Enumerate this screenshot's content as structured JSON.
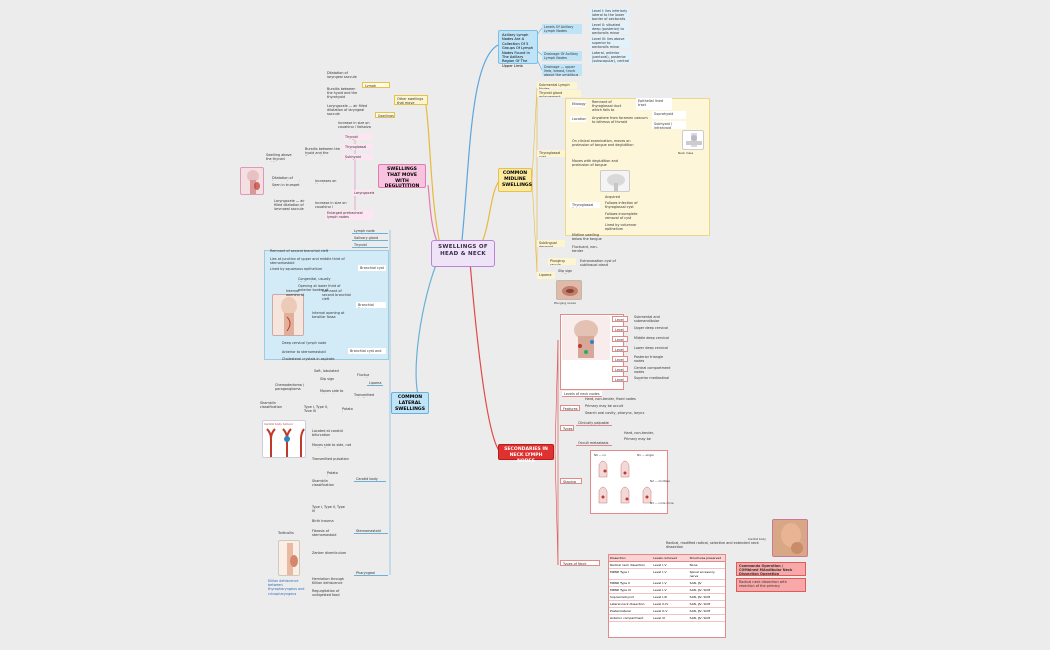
{
  "root": {
    "title": "SWELLINGS OF HEAD & NECK"
  },
  "branches": {
    "axillary": {
      "label": "Axillary Lymph Nodes Are A Collection Of 5 Groups Of Lymph Nodes Found In The Axillary Region Of The Upper Limb",
      "levels": "Levels Of Axillary Lymph Nodes",
      "level_notes": [
        "Level I: lies inferiorly lateral to the lower border of pectoralis minor",
        "Level II: situated deep (posterior) to pectoralis minor",
        "Level III: lies above superior to pectoralis minor"
      ],
      "drainage": "Drainage Of Axillary Lymph Nodes",
      "drainage_note": "Lateral, anterior (pectoral), posterior (subscapular), central and apical groups",
      "drainage2": "Drainage — upper limb, breast, trunk above the umbilicus"
    },
    "midline": {
      "label": "COMMON MIDLINE SWELLINGS",
      "submental": "Submental Lymph Nodes",
      "thyroid_gland": "Thyroid gland enlargement",
      "etiology": "Etiology",
      "etiology_note": "Remnant of thyroglossal duct which fails to obliterate",
      "etiology_note2": "Epithelial lined tract",
      "location": "Location",
      "location_note": "Anywhere from foramen caecum to isthmus of thyroid",
      "location_notes": [
        "Suprahyoid",
        "Subhyoid / infrahyoid"
      ],
      "cyst": "Thyroglossal cyst",
      "cyst_note": "On clinical examination, moves on protrusion of tongue and deglutition",
      "cyst_note2": "Moves with deglutition and protrusion of tongue",
      "fistula": "Thyroglossal fistula",
      "fistula_notes": [
        "Acquired",
        "Follows infection of thyroglossal cyst",
        "Follows incomplete removal of cyst",
        "Lined by columnar epithelium"
      ],
      "dermoid": "Sublingual dermoid",
      "dermoid_notes": [
        "Midline swelling below the tongue",
        "Fluctuant, non-tender"
      ],
      "ranula": "Plunging ranula",
      "ranula_notes": [
        "Extravasation cyst of sublingual gland"
      ],
      "lipoma": "Lipoma",
      "lipoma_note": "Slip sign positive"
    },
    "secondaries": {
      "label": "SECONDARIES IN NECK LYMPH NODES",
      "levels_title": "Levels of neck nodes",
      "levels": [
        {
          "name": "Level I",
          "desc": "Submental and submandibular nodes"
        },
        {
          "name": "Level II",
          "desc": "Upper deep cervical nodes"
        },
        {
          "name": "Level III",
          "desc": "Middle deep cervical nodes"
        },
        {
          "name": "Level IV",
          "desc": "Lower deep cervical nodes"
        },
        {
          "name": "Level V",
          "desc": "Posterior triangle nodes"
        },
        {
          "name": "Level VI",
          "desc": "Central compartment nodes"
        },
        {
          "name": "Level VII",
          "desc": "Superior mediastinal nodes"
        }
      ],
      "features": "Features",
      "features_notes": [
        "Hard, non-tender, fixed nodes",
        "Primary may be occult",
        "Search oral cavity, pharynx, larynx"
      ],
      "types": "Types",
      "types_notes": [
        "Clinically palpable nodes",
        "Occult metastasis"
      ],
      "staging": "Staging",
      "staging_notes": [
        "N0 — no regional nodes",
        "N1 — single ipsilateral node",
        "N2 — multiple nodes",
        "N3 — node more than 6 cm"
      ],
      "dissection_title": "Types of Neck Dissection",
      "dissection_note": "Radical, modified radical, selective and extended neck dissection",
      "table": {
        "headers": [
          "Dissection",
          "Levels removed",
          "Structures preserved"
        ],
        "rows": [
          [
            "Radical neck dissection",
            "Level I–V",
            "None"
          ],
          [
            "MRND Type I",
            "Level I–V",
            "Spinal accessory nerve"
          ],
          [
            "MRND Type II",
            "Level I–V",
            "SAN, IJV"
          ],
          [
            "MRND Type III",
            "Level I–V",
            "SAN, IJV, SCM"
          ],
          [
            "Supraomohyoid",
            "Level I–III",
            "SAN, IJV, SCM"
          ],
          [
            "Lateral neck dissection",
            "Level II–IV",
            "SAN, IJV, SCM"
          ],
          [
            "Posterolateral",
            "Level II–V",
            "SAN, IJV, SCM"
          ],
          [
            "Anterior compartment",
            "Level VI",
            "SAN, IJV, SCM"
          ]
        ]
      },
      "callout": "Commando Operation / COMbined MAndibular Neck Dissection Operation",
      "callout2": "Radical neck dissection with resection of the primary"
    },
    "deglutition": {
      "label": "SWELLINGS THAT MOVE WITH DEGLUTITION",
      "items": [
        "Thyroid swellings",
        "Thyroglossal cyst",
        "Subhyoid bursitis",
        "Laryngocele",
        "Enlarged pretracheal lymph nodes"
      ],
      "other_moving": "Other swellings that move",
      "other_notes": [
        "Lymph nodes attached to the trachea",
        "Swellings of the larynx"
      ],
      "other_notes2": [
        "Laryngocele — air filled dilatation of laryngeal saccule",
        "Increase in size on coughing / Valsalva"
      ],
      "sub_notes": [
        "Bursitis between the hyoid and the thyrohyoid membrane",
        "Swelling above the thyroid cartilage"
      ],
      "lc_notes": [
        "Dilatation of laryngeal saccule",
        "Seen in trumpet players",
        "Increases on blowing"
      ]
    },
    "lateral": {
      "label": "COMMON LATERAL SWELLINGS",
      "items": [
        "Lymph node swelling",
        "Salivary gland enlargement",
        "Thyroid enlargement",
        "Branchial cyst",
        "Branchial fistula",
        "Sternomastoid tumour",
        "Lipoma",
        "Carotid body tumour",
        "Cervical rib",
        "Pharyngeal pouch"
      ],
      "bc_notes": [
        "Remnant of second branchial cleft",
        "Lies at junction of upper and middle third of sternomastoid",
        "Lined by squamous epithelium"
      ],
      "bf_notes": [
        "Congenital, usually bilateral",
        "Opening at lower third of anterior border of sternomastoid",
        "Internal opening at tonsillar fossa"
      ],
      "cyst_sinus": "Branchial cyst and sinus",
      "cyst_sinus_notes": [
        "Deep cervical lymph node",
        "Anterior to sternomastoid",
        "Cholesterol crystals in aspirate"
      ],
      "lipoma_notes": [
        "Soft, lobulated",
        "Slip sign",
        "Fluctuation negative"
      ],
      "cb_notes": [
        "Chemodectoma / paraganglioma",
        "Located at carotid bifurcation",
        "Moves side to side, not vertically",
        "Transmitted pulsation",
        "Potato tumour"
      ],
      "cb_notes2": [
        "Shamblin classification",
        "Type I, Type II, Type III"
      ],
      "st_notes": [
        "Birth trauma",
        "Fibrosis of sternomastoid",
        "Torticollis"
      ],
      "pp_notes": [
        "Zenker diverticulum",
        "Herniation through Killian dehiscence",
        "Regurgitation of undigested food"
      ],
      "pp_footer": "Killian dehiscence between thyropharyngeus and cricopharyngeus"
    }
  },
  "image_captions": {
    "ranula_img": "Plunging ranula",
    "cb_img": "Carotid body tumour",
    "neck_img": "Neck mass"
  }
}
